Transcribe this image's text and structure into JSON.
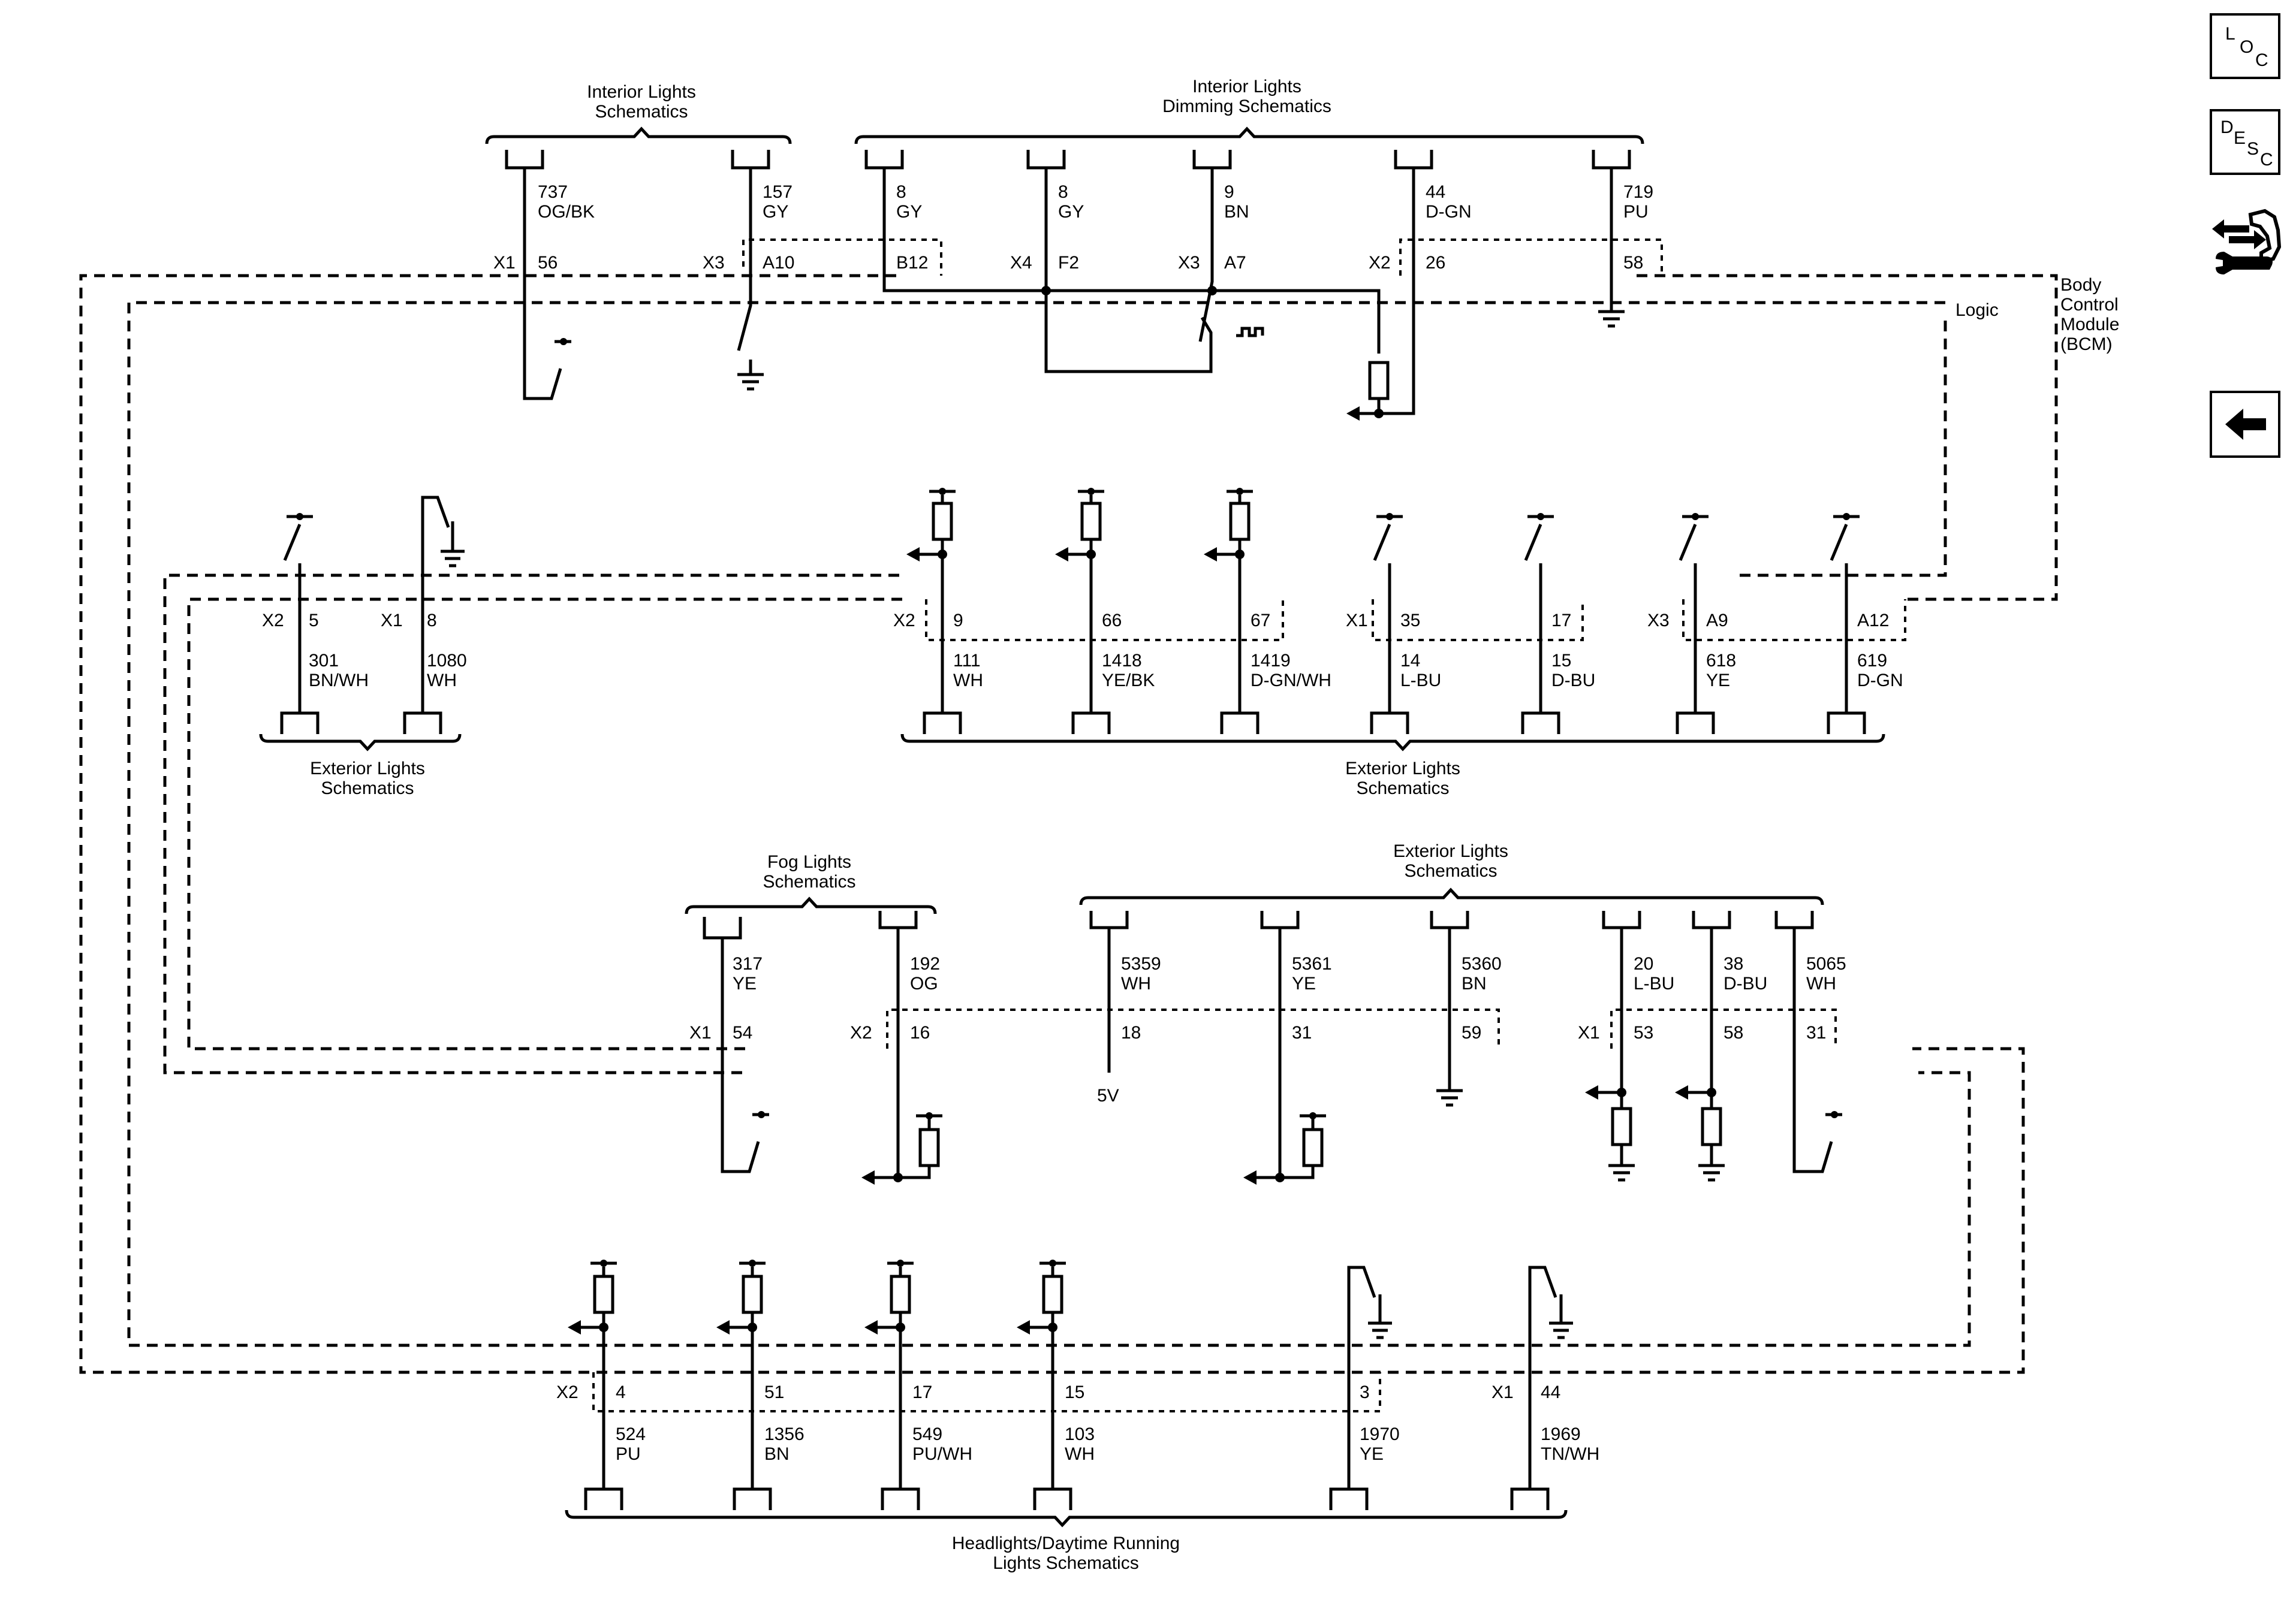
{
  "module": {
    "name_lines": [
      "Body",
      "Control",
      "Module",
      "(BCM)"
    ],
    "logic_label": "Logic"
  },
  "refs": {
    "interior_lights": [
      "Interior Lights",
      "Schematics"
    ],
    "interior_dimming": [
      "Interior Lights",
      "Dimming Schematics"
    ],
    "exterior_left": [
      "Exterior Lights",
      "Schematics"
    ],
    "exterior_right": [
      "Exterior Lights",
      "Schematics"
    ],
    "fog_lights": [
      "Fog Lights",
      "Schematics"
    ],
    "exterior_mid": [
      "Exterior Lights",
      "Schematics"
    ],
    "headlights": [
      "Headlights/Daytime Running",
      "Lights Schematics"
    ]
  },
  "connectors": [
    {
      "label": "X1"
    },
    {
      "label": "X3"
    },
    {
      "label": "X4"
    },
    {
      "label": "X3"
    },
    {
      "label": "X2"
    },
    {
      "label": "X2"
    },
    {
      "label": "X1"
    },
    {
      "label": "X2"
    },
    {
      "label": "X1"
    },
    {
      "label": "X3"
    },
    {
      "label": "X1"
    },
    {
      "label": "X2"
    },
    {
      "label": "X1"
    },
    {
      "label": "X2"
    },
    {
      "label": "X1"
    }
  ],
  "wires": [
    {
      "circuit": "737",
      "color": "OG/BK",
      "pin": "56"
    },
    {
      "circuit": "157",
      "color": "GY",
      "pin": "A10"
    },
    {
      "circuit": "8",
      "color": "GY",
      "pin": "B12"
    },
    {
      "circuit": "8",
      "color": "GY",
      "pin": "F2"
    },
    {
      "circuit": "9",
      "color": "BN",
      "pin": "A7"
    },
    {
      "circuit": "44",
      "color": "D-GN",
      "pin": "26"
    },
    {
      "circuit": "719",
      "color": "PU",
      "pin": "58"
    },
    {
      "circuit": "301",
      "color": "BN/WH",
      "pin": "5"
    },
    {
      "circuit": "1080",
      "color": "WH",
      "pin": "8"
    },
    {
      "circuit": "111",
      "color": "WH",
      "pin": "9"
    },
    {
      "circuit": "1418",
      "color": "YE/BK",
      "pin": "66"
    },
    {
      "circuit": "1419",
      "color": "D-GN/WH",
      "pin": "67"
    },
    {
      "circuit": "14",
      "color": "L-BU",
      "pin": "35"
    },
    {
      "circuit": "15",
      "color": "D-BU",
      "pin": "17"
    },
    {
      "circuit": "618",
      "color": "YE",
      "pin": "A9"
    },
    {
      "circuit": "619",
      "color": "D-GN",
      "pin": "A12"
    },
    {
      "circuit": "317",
      "color": "YE",
      "pin": "54"
    },
    {
      "circuit": "192",
      "color": "OG",
      "pin": "16"
    },
    {
      "circuit": "5359",
      "color": "WH",
      "pin": "18"
    },
    {
      "circuit": "5361",
      "color": "YE",
      "pin": "31"
    },
    {
      "circuit": "5360",
      "color": "BN",
      "pin": "59"
    },
    {
      "circuit": "20",
      "color": "L-BU",
      "pin": "53"
    },
    {
      "circuit": "38",
      "color": "D-BU",
      "pin": "58"
    },
    {
      "circuit": "5065",
      "color": "WH",
      "pin": "31"
    },
    {
      "circuit": "524",
      "color": "PU",
      "pin": "4"
    },
    {
      "circuit": "1356",
      "color": "BN",
      "pin": "51"
    },
    {
      "circuit": "549",
      "color": "PU/WH",
      "pin": "17"
    },
    {
      "circuit": "103",
      "color": "WH",
      "pin": "15"
    },
    {
      "circuit": "1970",
      "color": "YE",
      "pin": "3"
    },
    {
      "circuit": "1969",
      "color": "TN/WH",
      "pin": "44"
    }
  ],
  "voltage_label": "5V",
  "nav": {
    "loc": [
      "L",
      "O",
      "C"
    ],
    "desc": [
      "D",
      "E",
      "S",
      "C"
    ]
  }
}
